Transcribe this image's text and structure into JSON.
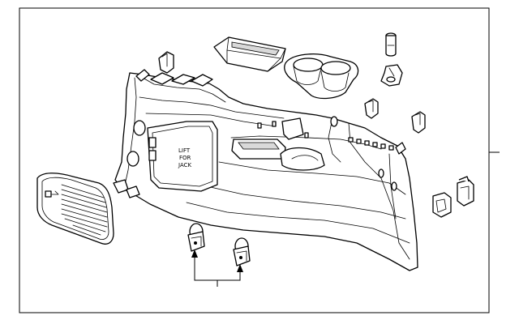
{
  "stamp_text": [
    "LIFT",
    "FOR",
    "JACK"
  ],
  "colors": {
    "line": "#000000",
    "background": "#ffffff",
    "shade": "#d9d9d9"
  }
}
